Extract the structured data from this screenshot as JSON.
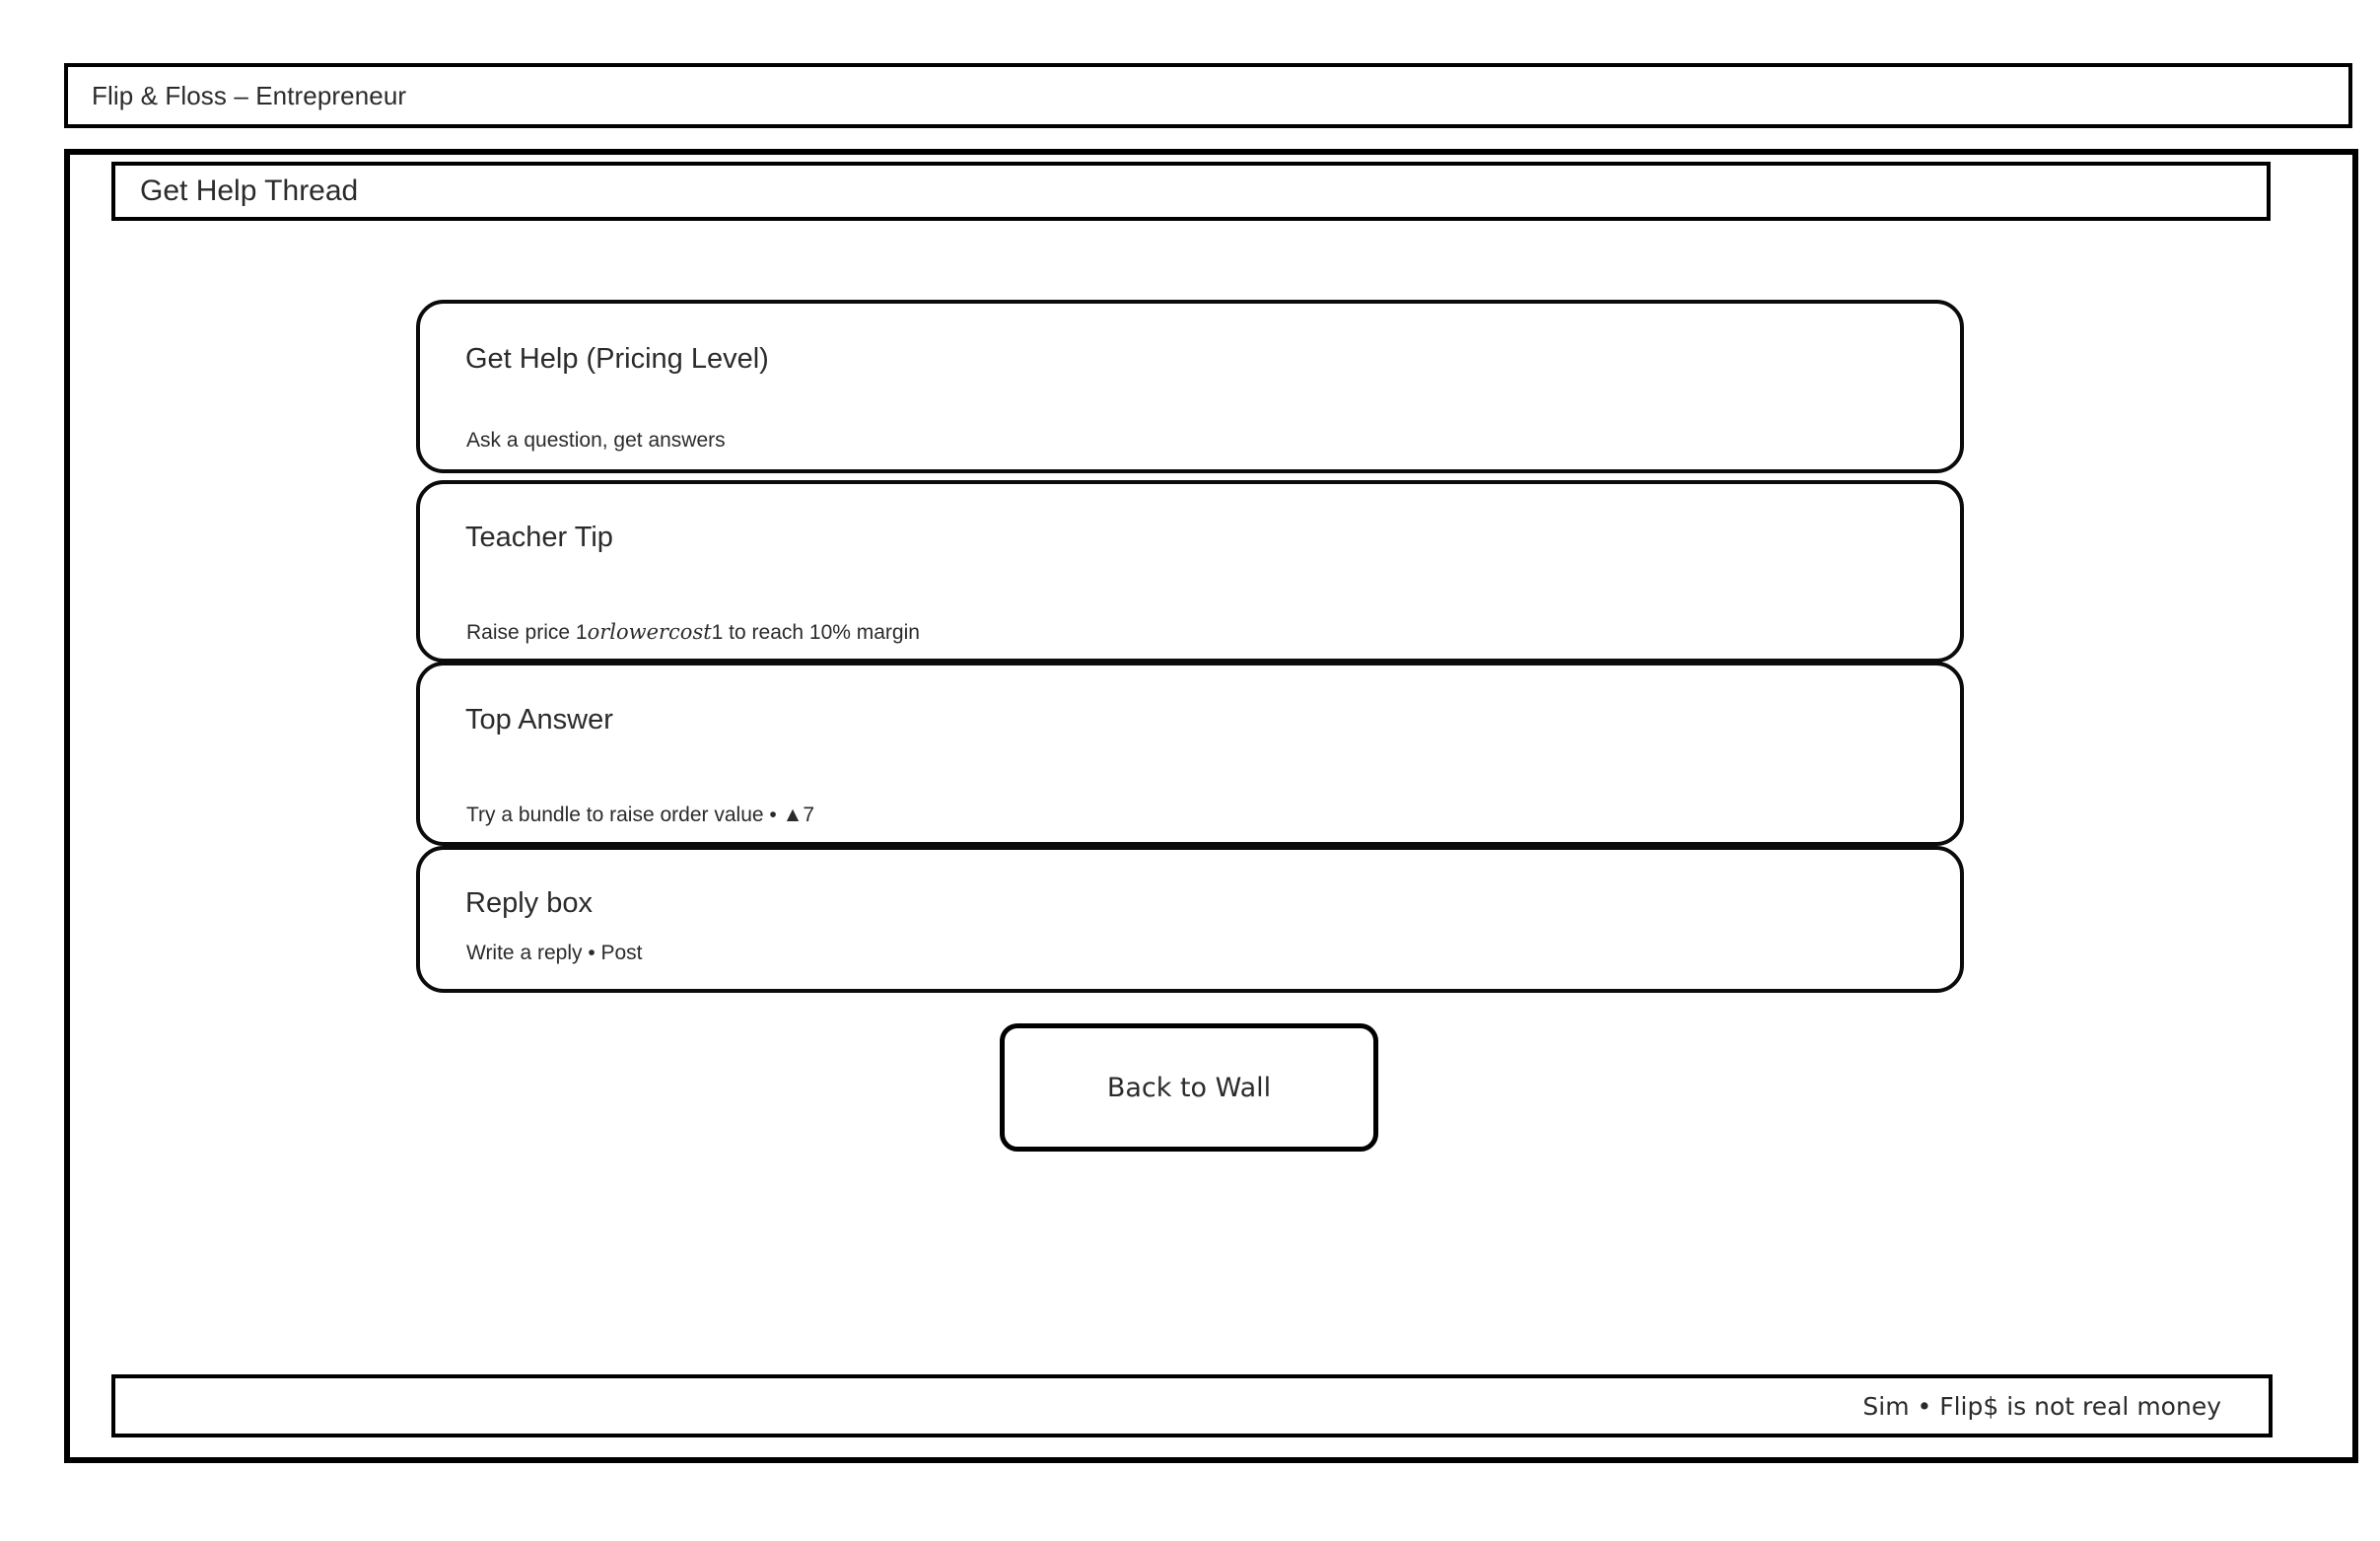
{
  "window": {
    "title": "Flip & Floss – Entrepreneur"
  },
  "header": {
    "title": "Get Help Thread"
  },
  "cards": [
    {
      "title": "Get Help (Pricing Level)",
      "body": "Ask a question, get answers"
    },
    {
      "title": "Teacher Tip",
      "body_prefix": "Raise price 1",
      "body_italic": "orlowercost",
      "body_suffix": "1 to reach 10% margin"
    },
    {
      "title": "Top Answer",
      "body": "Try a bundle to raise order value • ▲7"
    },
    {
      "title": "Reply box",
      "body": "Write a reply • Post"
    }
  ],
  "actions": {
    "back_to_wall": "Back to Wall"
  },
  "footer": {
    "note": "Sim • Flip$ is not real money"
  }
}
